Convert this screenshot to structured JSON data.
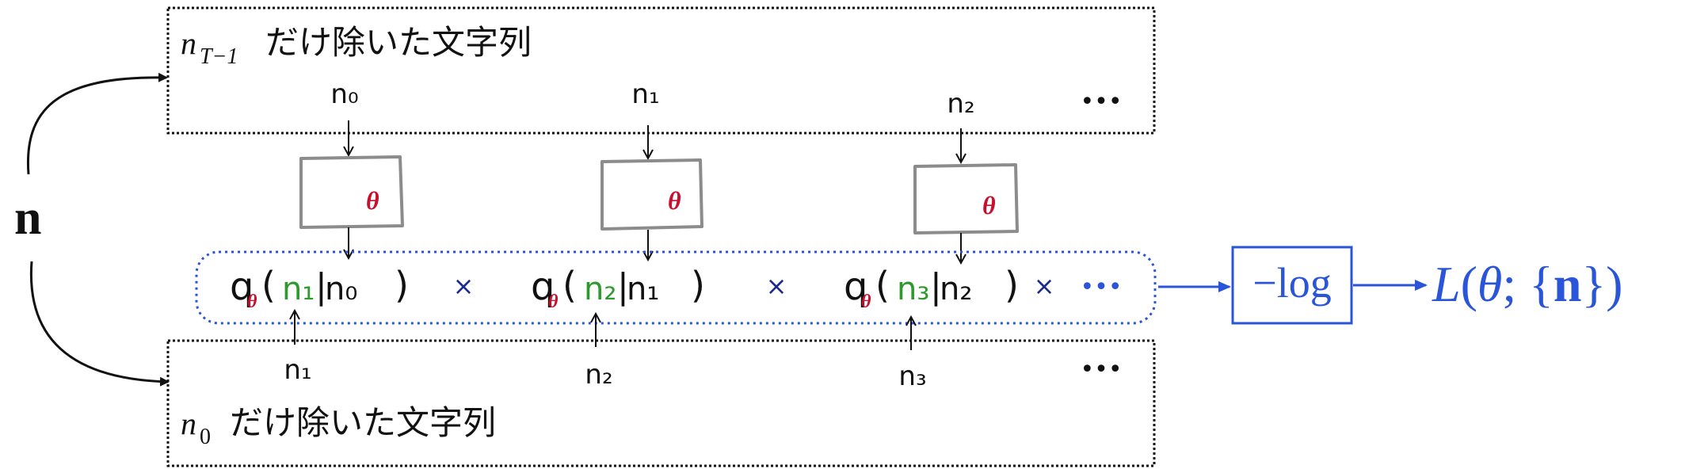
{
  "main_input": {
    "symbol": "n"
  },
  "top_row": {
    "label_var": "n",
    "label_sub": "T−1",
    "label_text": "だけ除いた文字列",
    "tokens": [
      "n₀",
      "n₁",
      "n₂"
    ],
    "ellipsis": "•••"
  },
  "bottom_row": {
    "label_var": "n",
    "label_sub": "0",
    "label_text": "だけ除いた文字列",
    "tokens": [
      "n₁",
      "n₂",
      "n₃"
    ],
    "ellipsis": "•••"
  },
  "model_boxes": [
    {
      "param": "θ"
    },
    {
      "param": "θ"
    },
    {
      "param": "θ"
    }
  ],
  "product_terms": [
    {
      "q": "q",
      "sub": "θ",
      "open": "(",
      "target": "n₁",
      "bar": "|",
      "cond": "n₀",
      "close": ")"
    },
    {
      "q": "q",
      "sub": "θ",
      "open": "(",
      "target": "n₂",
      "bar": "|",
      "cond": "n₁",
      "close": ")"
    },
    {
      "q": "q",
      "sub": "θ",
      "open": "(",
      "target": "n₃",
      "bar": "|",
      "cond": "n₂",
      "close": ")"
    }
  ],
  "times": "×",
  "product_ellipsis": "•••",
  "neg_log": "−log",
  "loss": {
    "L": "L",
    "open": "(",
    "theta": "θ",
    "semi": "; ",
    "lbrace": "{",
    "n": "n",
    "rbrace": "}",
    "close": ")"
  },
  "colors": {
    "ink": "#111111",
    "blue": "#2b55d8",
    "red": "#c8102e",
    "green": "#2e9a2e",
    "navy": "#1b2a8c",
    "box_gray": "#8c8c8c"
  }
}
